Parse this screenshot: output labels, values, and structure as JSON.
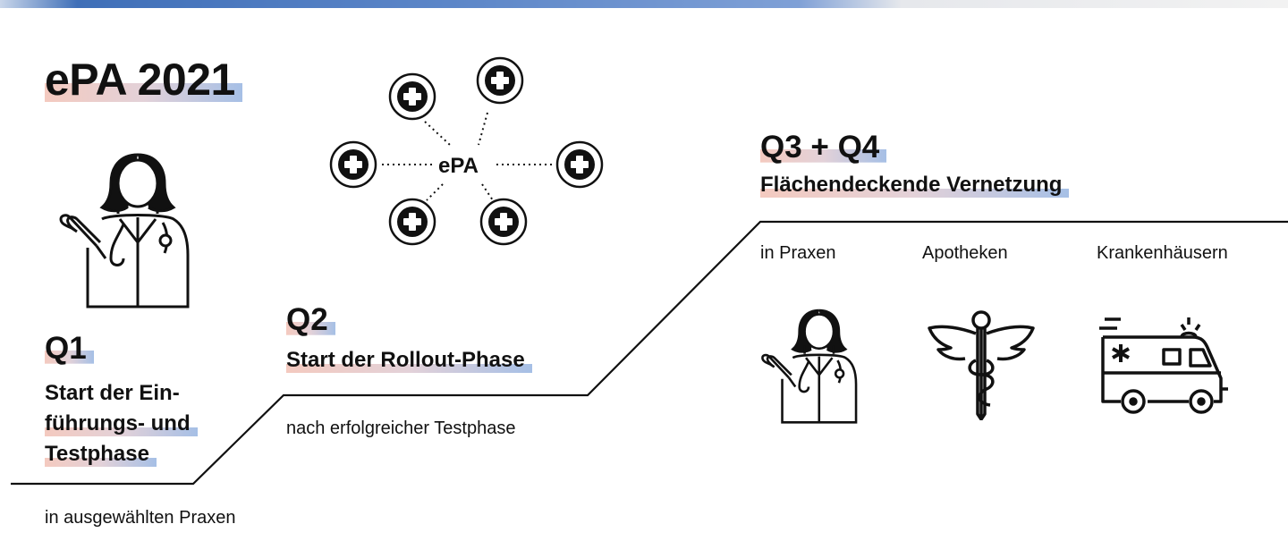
{
  "title": "ePA 2021",
  "hub": {
    "center_label": "ePA",
    "nodes": [
      "plus-circle-icon",
      "plus-circle-icon",
      "plus-circle-icon",
      "plus-circle-icon",
      "plus-circle-icon",
      "plus-circle-icon"
    ]
  },
  "q1": {
    "heading": "Q1",
    "lines": [
      "Start der Ein-",
      "führungs- und",
      "Testphase"
    ],
    "note": "in ausgewählten Praxen"
  },
  "q2": {
    "heading": "Q2",
    "subtitle": "Start der Rollout-Phase",
    "note": "nach erfolgreicher Testphase"
  },
  "q34": {
    "heading": "Q3 + Q4",
    "subtitle": "Flächendeckende Vernetzung",
    "targets": [
      "in Praxen",
      "Apotheken",
      "Krankenhäusern"
    ]
  },
  "colors": {
    "highlight_start": "#f0b8aa",
    "highlight_end": "#96b4e1",
    "line": "#111111"
  }
}
